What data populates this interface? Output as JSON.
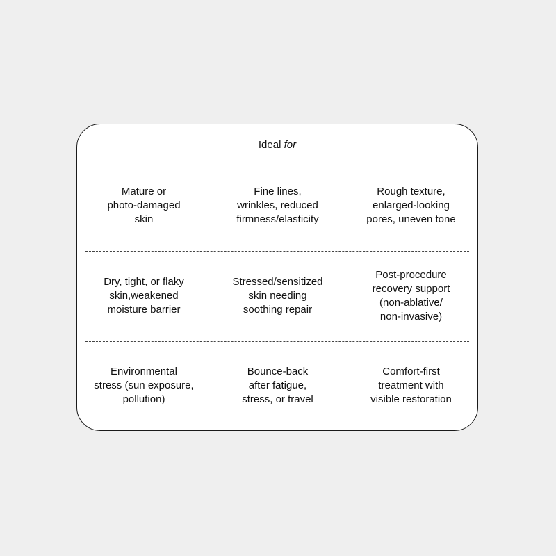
{
  "card": {
    "title_main": "Ideal ",
    "title_emphasis": "for"
  },
  "cells": [
    "Mature or\nphoto-damaged\nskin",
    "Fine lines,\nwrinkles, reduced\nfirmness/elasticity",
    "Rough texture,\nenlarged-looking\npores, uneven tone",
    "Dry, tight, or flaky\nskin,weakened\nmoisture barrier",
    "Stressed/sensitized\nskin needing\nsoothing repair",
    "Post-procedure\nrecovery support\n(non-ablative/\nnon-invasive)",
    "Environmental\nstress (sun exposure,\npollution)",
    "Bounce-back\nafter fatigue,\nstress, or travel",
    "Comfort-first\ntreatment with\nvisible restoration"
  ],
  "colors": {
    "page_background": "#efefef",
    "card_background": "#ffffff",
    "border": "#1a1a1a",
    "text": "#111111"
  }
}
